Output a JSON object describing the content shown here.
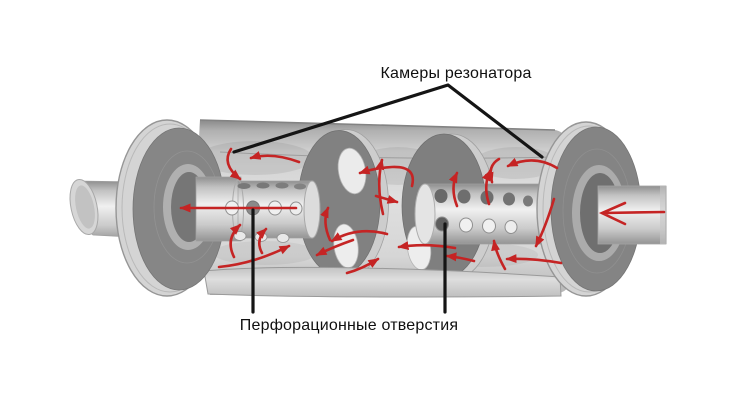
{
  "diagram": {
    "labels": {
      "chambers": "Камеры резонатора",
      "perforation_holes": "Перфорационные отверстия"
    },
    "colors": {
      "flow_arrow": "#c52424",
      "callout_line": "#151515",
      "shell_light": "#d6d6d6",
      "shell_dark_edge": "#838383",
      "disc_face": "#848484",
      "background": "#ffffff"
    },
    "icons": {
      "flow_arrow": "curved red arrow showing exhaust gas path",
      "callout": "black leader line pointing at part"
    }
  }
}
